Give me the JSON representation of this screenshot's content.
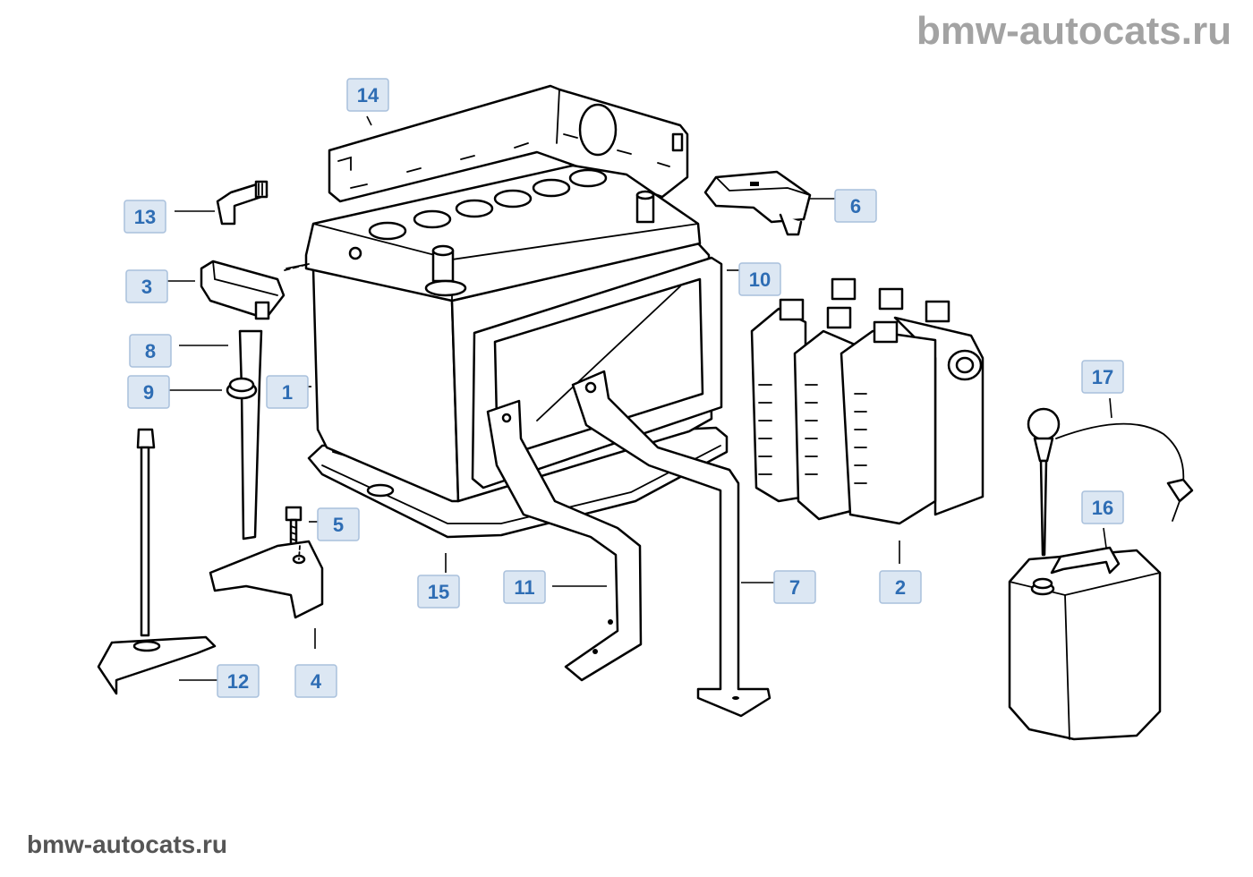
{
  "watermarks": {
    "top": "bmw-autocats.ru",
    "bottom": "bmw-autocats.ru"
  },
  "callouts": [
    {
      "id": "c1",
      "label": "1"
    },
    {
      "id": "c2",
      "label": "2"
    },
    {
      "id": "c3",
      "label": "3"
    },
    {
      "id": "c4",
      "label": "4"
    },
    {
      "id": "c5",
      "label": "5"
    },
    {
      "id": "c6",
      "label": "6"
    },
    {
      "id": "c7",
      "label": "7"
    },
    {
      "id": "c8",
      "label": "8"
    },
    {
      "id": "c9",
      "label": "9"
    },
    {
      "id": "c10",
      "label": "10"
    },
    {
      "id": "c11",
      "label": "11"
    },
    {
      "id": "c12",
      "label": "12"
    },
    {
      "id": "c13",
      "label": "13"
    },
    {
      "id": "c14",
      "label": "14"
    },
    {
      "id": "c15",
      "label": "15"
    },
    {
      "id": "c16",
      "label": "16"
    },
    {
      "id": "c17",
      "label": "17"
    }
  ],
  "colors": {
    "callout_fill": "#dce7f3",
    "callout_text": "#2e6db4",
    "watermark_top": "#a3a3a3",
    "watermark_bottom": "#555555"
  }
}
